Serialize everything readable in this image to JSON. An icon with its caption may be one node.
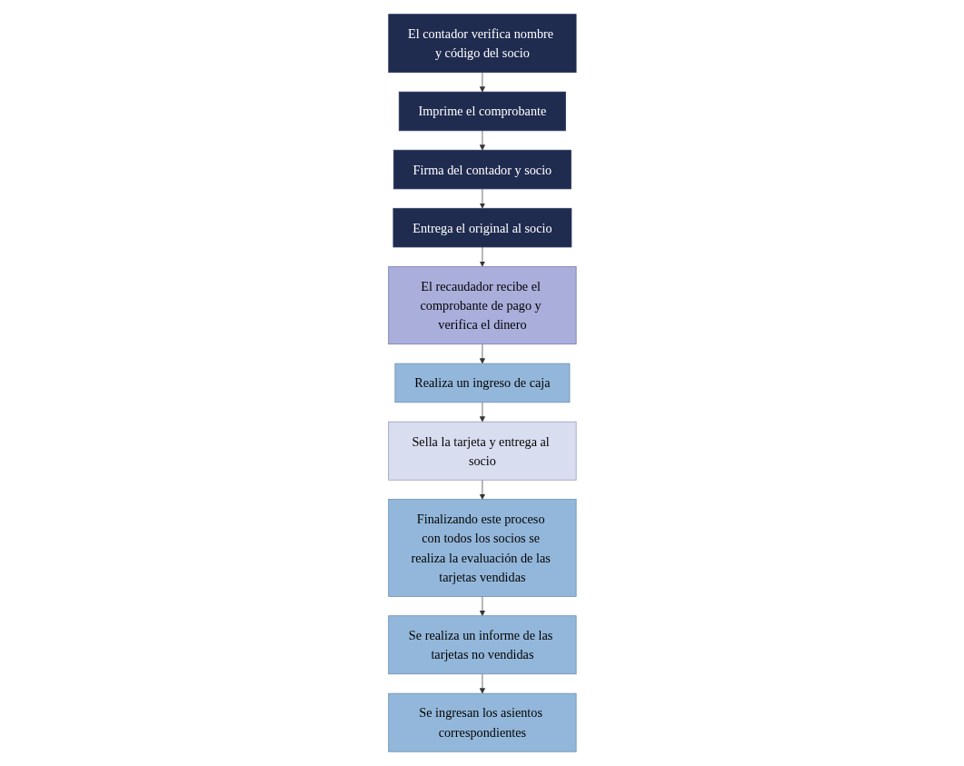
{
  "diagram": {
    "nodes": [
      {
        "text": [
          "El contador verifica nombre y código del socio"
        ]
      },
      {
        "text": [
          "Imprime el comprobante"
        ]
      },
      {
        "text": [
          "Firma del contador y socio"
        ]
      },
      {
        "text": [
          "Entrega el original al socio"
        ]
      },
      {
        "text": [
          "El recaudador recibe el comprobante de pago y verifica el dinero"
        ]
      },
      {
        "text": [
          "Realiza un ingreso de caja"
        ]
      },
      {
        "text": [
          "Sella la tarjeta y entrega al socio"
        ]
      },
      {
        "text": [
          "Finalizando este proceso con todos los socios se realiza la evaluación de las tarjetas vendidas"
        ]
      },
      {
        "text": [
          "Se realiza un informe de las tarjetas no vendidas"
        ]
      },
      {
        "text": [
          "Se ingresan los asientos correspondientes"
        ]
      }
    ],
    "edges": [
      {
        "from": 0,
        "to": 1,
        "arrow": "to"
      },
      {
        "from": 1,
        "to": 2,
        "arrow": "to"
      },
      {
        "from": 2,
        "to": 3,
        "arrow": "to"
      },
      {
        "from": 3,
        "to": 4,
        "arrow": "to"
      },
      {
        "from": 4,
        "to": 5,
        "arrow": "to"
      },
      {
        "from": 5,
        "to": 6,
        "arrow": "to"
      },
      {
        "from": 6,
        "to": 7,
        "arrow": "to"
      },
      {
        "from": 7,
        "to": 8,
        "arrow": "to"
      },
      {
        "from": 8,
        "to": 9,
        "arrow": "to"
      }
    ]
  }
}
